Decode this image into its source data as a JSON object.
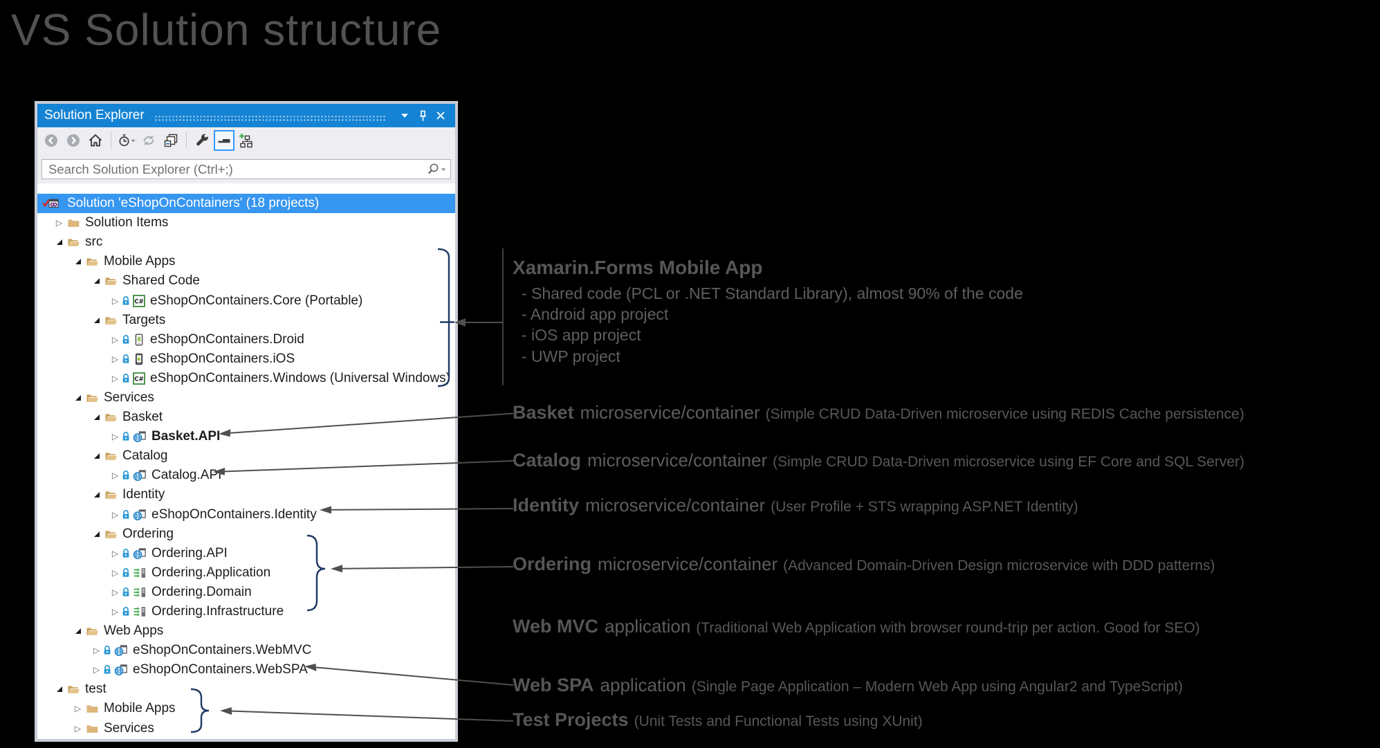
{
  "page": {
    "title": "VS Solution structure"
  },
  "colors": {
    "titlebar_blue": "#1583d4",
    "selection_blue": "#3696f0",
    "folder_tan": "#dcb67a",
    "annotation_gray": "#5a5a5a",
    "bracket_navy": "#1f3864",
    "arrow_gray": "#4f4f4f"
  },
  "panel": {
    "title": "Solution Explorer",
    "titlebar_icons": [
      "window-position-icon",
      "pin-icon",
      "close-icon"
    ],
    "toolbar": [
      {
        "name": "back-icon"
      },
      {
        "name": "forward-icon"
      },
      {
        "name": "home-icon"
      },
      {
        "name": "separator"
      },
      {
        "name": "pending-changes-filter-icon"
      },
      {
        "name": "sync-icon"
      },
      {
        "name": "collapse-all-icon"
      },
      {
        "name": "separator"
      },
      {
        "name": "properties-icon"
      },
      {
        "name": "preview-selected-items-icon",
        "selected": true
      },
      {
        "name": "show-on-code-map-icon"
      }
    ],
    "search": {
      "placeholder": "Search Solution Explorer (Ctrl+;)"
    },
    "tree": [
      {
        "label": "Solution 'eShopOnContainers' (18 projects)",
        "level": 0,
        "exp": "none",
        "icon": "solution",
        "selected": true
      },
      {
        "label": "Solution Items",
        "level": 1,
        "exp": "closed",
        "icon": "folder-closed"
      },
      {
        "label": "src",
        "level": 1,
        "exp": "open",
        "icon": "folder-open"
      },
      {
        "label": "Mobile Apps",
        "level": 2,
        "exp": "open",
        "icon": "folder-open"
      },
      {
        "label": "Shared Code",
        "level": 3,
        "exp": "open",
        "icon": "folder-open"
      },
      {
        "label": "eShopOnContainers.Core (Portable)",
        "level": 4,
        "exp": "closed",
        "icon": "csharp-project",
        "lock": true
      },
      {
        "label": "Targets",
        "level": 3,
        "exp": "open",
        "icon": "folder-open"
      },
      {
        "label": "eShopOnContainers.Droid",
        "level": 4,
        "exp": "closed",
        "icon": "android-project",
        "lock": true
      },
      {
        "label": "eShopOnContainers.iOS",
        "level": 4,
        "exp": "closed",
        "icon": "ios-project",
        "lock": true
      },
      {
        "label": "eShopOnContainers.Windows (Universal Windows)",
        "level": 4,
        "exp": "closed",
        "icon": "csharp-project",
        "lock": true
      },
      {
        "label": "Services",
        "level": 2,
        "exp": "open",
        "icon": "folder-open"
      },
      {
        "label": "Basket",
        "level": 3,
        "exp": "open",
        "icon": "folder-open"
      },
      {
        "label": "Basket.API",
        "level": 4,
        "exp": "closed",
        "icon": "web-project",
        "lock": true,
        "bold": true
      },
      {
        "label": "Catalog",
        "level": 3,
        "exp": "open",
        "icon": "folder-open"
      },
      {
        "label": "Catalog.API",
        "level": 4,
        "exp": "closed",
        "icon": "web-project",
        "lock": true
      },
      {
        "label": "Identity",
        "level": 3,
        "exp": "open",
        "icon": "folder-open"
      },
      {
        "label": "eShopOnContainers.Identity",
        "level": 4,
        "exp": "closed",
        "icon": "web-project",
        "lock": true
      },
      {
        "label": "Ordering",
        "level": 3,
        "exp": "open",
        "icon": "folder-open"
      },
      {
        "label": "Ordering.API",
        "level": 4,
        "exp": "closed",
        "icon": "web-project",
        "lock": true
      },
      {
        "label": "Ordering.Application",
        "level": 4,
        "exp": "closed",
        "icon": "classlib-project",
        "lock": true
      },
      {
        "label": "Ordering.Domain",
        "level": 4,
        "exp": "closed",
        "icon": "classlib-project",
        "lock": true
      },
      {
        "label": "Ordering.Infrastructure",
        "level": 4,
        "exp": "closed",
        "icon": "classlib-project",
        "lock": true
      },
      {
        "label": "Web Apps",
        "level": 2,
        "exp": "open",
        "icon": "folder-open"
      },
      {
        "label": "eShopOnContainers.WebMVC",
        "level": 3,
        "exp": "closed",
        "icon": "web-project",
        "lock": true
      },
      {
        "label": "eShopOnContainers.WebSPA",
        "level": 3,
        "exp": "closed",
        "icon": "web-project",
        "lock": true
      },
      {
        "label": "test",
        "level": 1,
        "exp": "open",
        "icon": "folder-open"
      },
      {
        "label": "Mobile Apps",
        "level": 2,
        "exp": "closed",
        "icon": "folder-closed"
      },
      {
        "label": "Services",
        "level": 2,
        "exp": "closed",
        "icon": "folder-closed"
      }
    ]
  },
  "annotations": {
    "xamarin": {
      "heading": "Xamarin.Forms Mobile App",
      "bullets": [
        "- Shared code (PCL or .NET Standard Library), almost 90% of the code",
        "- Android app project",
        "- iOS app project",
        "- UWP project"
      ]
    },
    "callouts": [
      {
        "id": "basket",
        "lead": "Basket",
        "mid": "microservice/container",
        "paren": "(Simple CRUD Data-Driven microservice using REDIS Cache persistence)"
      },
      {
        "id": "catalog",
        "lead": "Catalog",
        "mid": "microservice/container",
        "paren": "(Simple CRUD Data-Driven microservice using EF Core and SQL Server)"
      },
      {
        "id": "identity",
        "lead": "Identity",
        "mid": "microservice/container",
        "paren": "(User Profile + STS wrapping ASP.NET Identity)"
      },
      {
        "id": "ordering",
        "lead": "Ordering",
        "mid": "microservice/container",
        "paren": "(Advanced Domain-Driven Design microservice with DDD patterns)"
      },
      {
        "id": "webmvc",
        "lead": "Web MVC",
        "mid": "application",
        "paren": "(Traditional Web Application with browser round-trip per action. Good for SEO)"
      },
      {
        "id": "webspa",
        "lead": "Web SPA",
        "mid": "application",
        "paren": "(Single Page Application – Modern Web App using Angular2 and TypeScript)"
      },
      {
        "id": "test",
        "lead": "Test Projects",
        "mid": "",
        "paren": "(Unit Tests and Functional Tests using XUnit)"
      }
    ]
  }
}
